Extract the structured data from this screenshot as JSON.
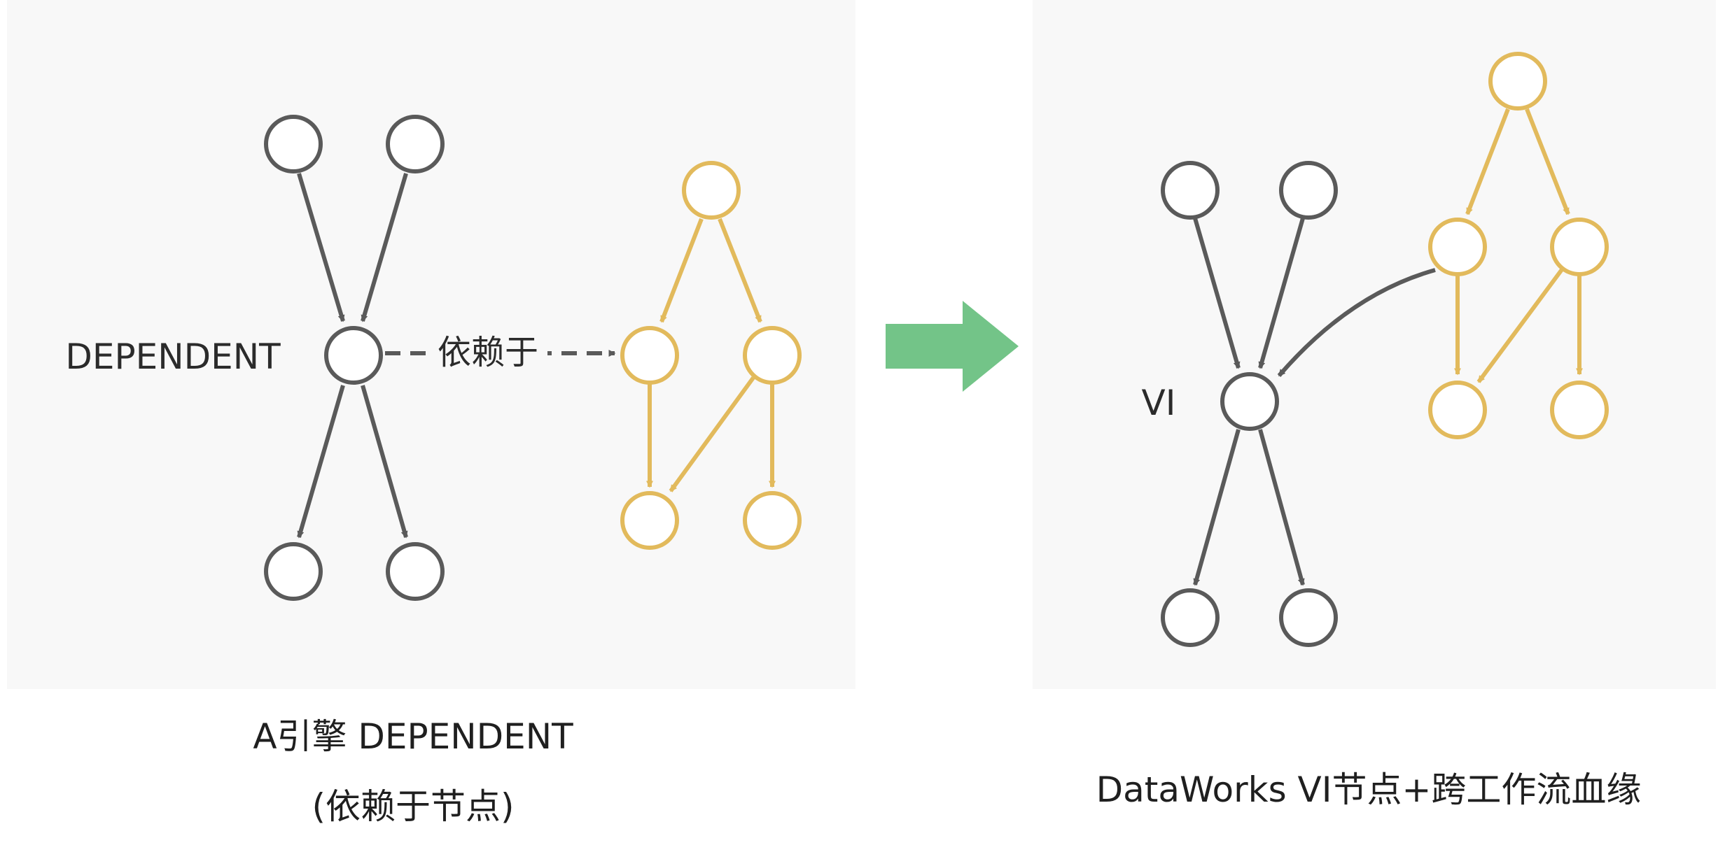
{
  "left_panel": {
    "node_label": "DEPENDENT",
    "edge_label": "依赖于",
    "caption_line1": "A引擎 DEPENDENT",
    "caption_line2": "(依赖于节点)"
  },
  "right_panel": {
    "node_label": "VI",
    "caption": "DataWorks VI节点+跨工作流血缘"
  },
  "colors": {
    "panel_bg": "#f8f8f8",
    "gray_node": "#5a5a5a",
    "gold_node": "#e2ba5c",
    "arrow_green": "#73c488"
  }
}
